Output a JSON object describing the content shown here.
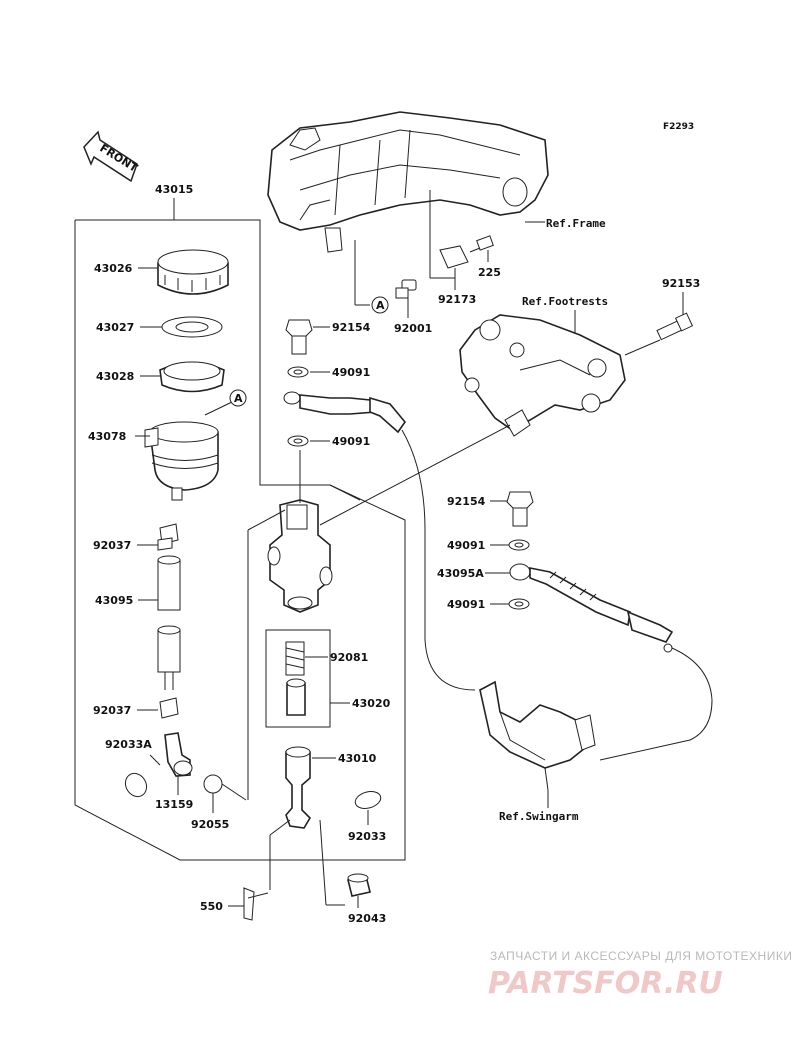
{
  "figure_code": "F2293",
  "front_label": "FRONT",
  "references": {
    "frame": "Ref.Frame",
    "footrests": "Ref.Footrests",
    "swingarm": "Ref.Swingarm"
  },
  "callout_marker": "A",
  "parts": {
    "p43015": "43015",
    "p43026": "43026",
    "p43027": "43027",
    "p43028": "43028",
    "p43078": "43078",
    "p92037a": "92037",
    "p43095": "43095",
    "p92037b": "92037",
    "p92033A": "92033A",
    "p13159": "13159",
    "p92055": "92055",
    "p92154a": "92154",
    "p92001": "92001",
    "p92173": "92173",
    "p225": "225",
    "p92153": "92153",
    "p49091a": "49091",
    "p49091b": "49091",
    "p92154b": "92154",
    "p49091c": "49091",
    "p43095A": "43095A",
    "p49091d": "49091",
    "p92081": "92081",
    "p43020": "43020",
    "p43010": "43010",
    "p92033": "92033",
    "p550": "550",
    "p92043": "92043"
  },
  "watermark": {
    "tagline": "ЗАПЧАСТИ И АКСЕССУАРЫ ДЛЯ МОТОТЕХНИКИ",
    "brand": "PARTSFOR.RU"
  }
}
